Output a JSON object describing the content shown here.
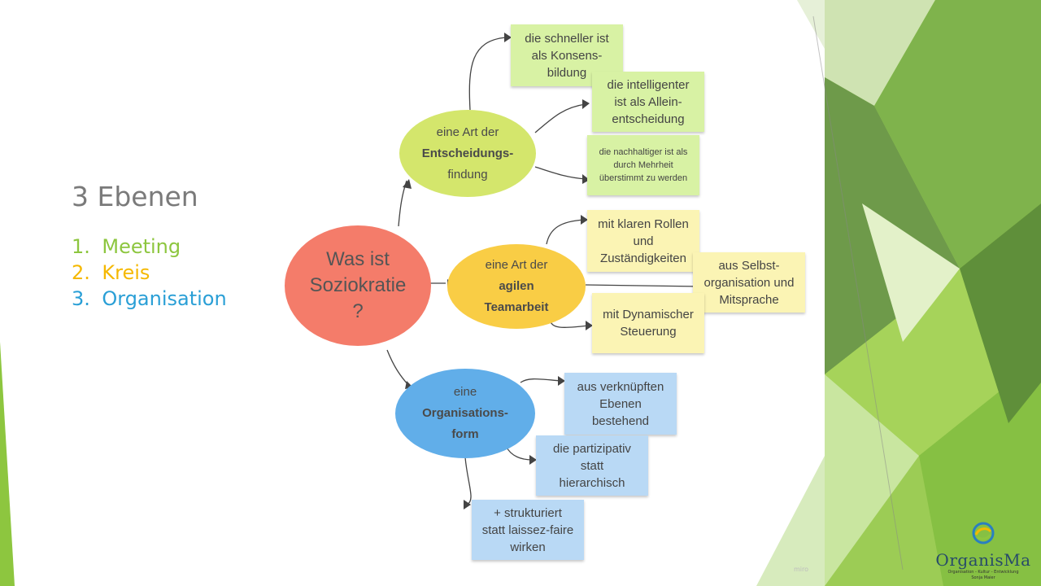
{
  "slide": {
    "heading": "3 Ebenen",
    "levels": [
      {
        "num": "1.",
        "label": "Meeting",
        "color": "#8dc63f"
      },
      {
        "num": "2.",
        "label": "Kreis",
        "color": "#f5b800"
      },
      {
        "num": "3.",
        "label": "Organisation",
        "color": "#2a9fd6"
      }
    ]
  },
  "mindmap": {
    "center": {
      "text": "Was ist Soziokratie ?",
      "color": "#f47c6a"
    },
    "decision": {
      "line1": "eine Art der",
      "bold": "Entscheidungs-",
      "line3": "findung",
      "color": "#d4e66c"
    },
    "team": {
      "line1": "eine Art der",
      "bold1": "agilen",
      "bold2": "Teamarbeit",
      "color": "#f9cd45"
    },
    "org": {
      "line1": "eine",
      "bold1": "Organisations-",
      "bold2": "form",
      "color": "#61aee9"
    },
    "notes": {
      "d1": "die schneller ist\nals Konsens-\nbildung",
      "d2": "die intelligenter\nist als Allein-\nentscheidung",
      "d3": "die nachhaltiger ist als\ndurch Mehrheit\nüberstimmt zu werden",
      "t1": "mit klaren Rollen\nund\nZuständigkeiten",
      "t2": "aus Selbst-\norganisation und\nMitsprache",
      "t3": "mit Dynamischer\nSteuerung",
      "o1": "aus verknüpften\nEbenen\nbestehend",
      "o2": "die partizipativ\nstatt\nhierarchisch",
      "o3": "+ strukturiert\nstatt laissez-faire\nwirken"
    },
    "watermark": "miro"
  },
  "logo": {
    "name": "OrganisMa",
    "tagline": "Organisation - Kultur - Entwicklung",
    "author": "Sonja Maier"
  }
}
